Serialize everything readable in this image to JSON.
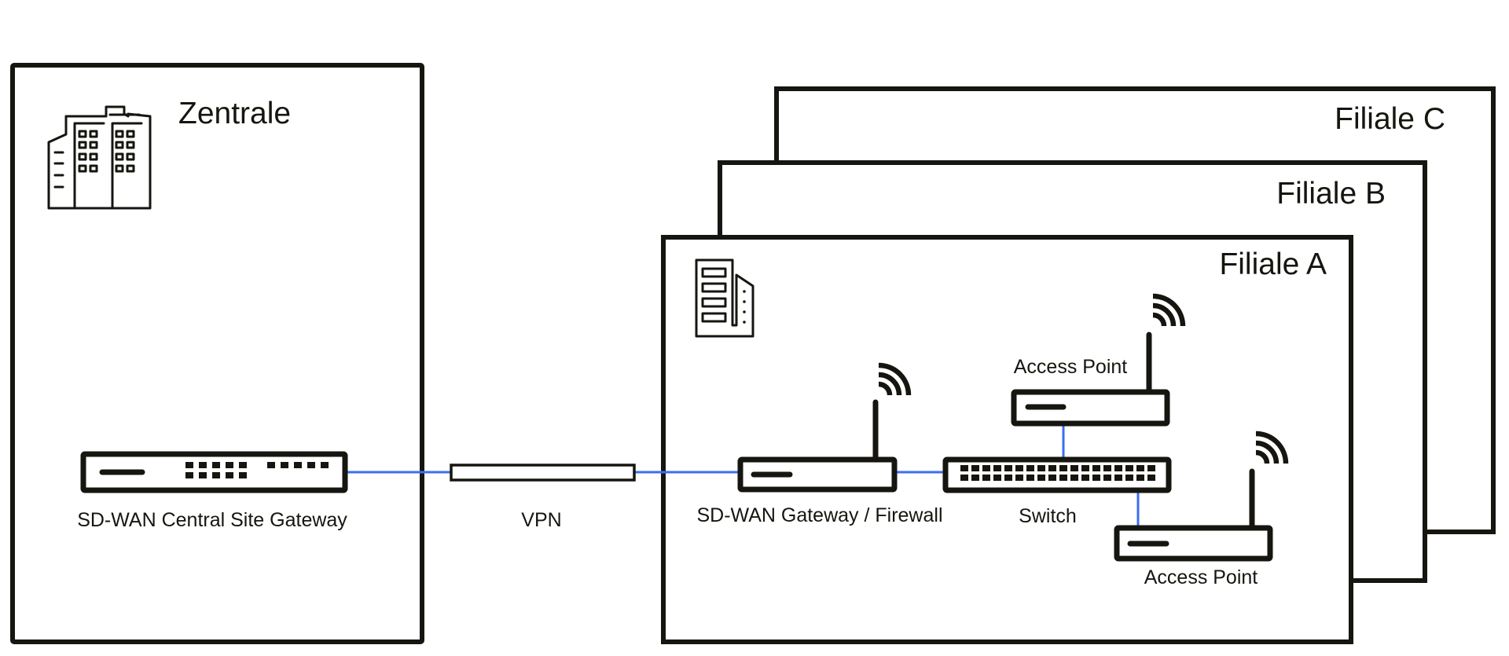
{
  "diagram": {
    "colors": {
      "stroke": "#16150f",
      "link": "#3a6ff2",
      "background": "#ffffff"
    },
    "sites": {
      "headquarters": {
        "title": "Zentrale",
        "icon": "office-building-icon"
      },
      "branch_c": {
        "title": "Filiale C"
      },
      "branch_b": {
        "title": "Filiale B"
      },
      "branch_a": {
        "title": "Filiale A",
        "icon": "small-building-icon"
      }
    },
    "devices": {
      "central_gateway": {
        "label": "SD-WAN Central Site Gateway",
        "icon": "rack-switch-icon"
      },
      "vpn": {
        "label": "VPN",
        "icon": "tunnel-icon"
      },
      "branch_gateway": {
        "label": "SD-WAN Gateway / Firewall",
        "icon": "wireless-router-icon"
      },
      "switch": {
        "label": "Switch",
        "icon": "network-switch-icon",
        "port_columns": 18,
        "port_rows": 2
      },
      "access_point_1": {
        "label": "Access Point",
        "icon": "access-point-icon"
      },
      "access_point_2": {
        "label": "Access Point",
        "icon": "access-point-icon"
      }
    },
    "links": [
      {
        "from": "SD-WAN Central Site Gateway",
        "to": "VPN"
      },
      {
        "from": "VPN",
        "to": "SD-WAN Gateway / Firewall"
      },
      {
        "from": "SD-WAN Gateway / Firewall",
        "to": "Switch"
      },
      {
        "from": "Switch",
        "to": "Access Point (top)"
      },
      {
        "from": "Switch",
        "to": "Access Point (bottom)"
      }
    ]
  }
}
